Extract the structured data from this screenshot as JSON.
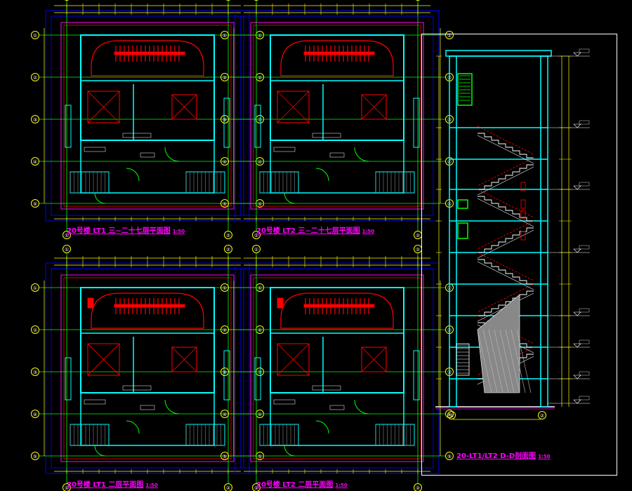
{
  "colors": {
    "background": "#000000",
    "grid": "#00ff00",
    "wall": "#00ffff",
    "stair": "#ff0000",
    "dims": "#ffff00",
    "annotation": "#ff00ff",
    "frame": "#ffffff",
    "outline": "#0000ff"
  },
  "plans": [
    {
      "title": "20号楼 LT1 三~二十七层平面图",
      "scale": "1:50"
    },
    {
      "title": "20号楼 LT2 三~二十七层平面图",
      "scale": "1:50"
    },
    {
      "title": "20号楼 LT1 二层平面图",
      "scale": "1:50"
    },
    {
      "title": "20号楼 LT2 二层平面图",
      "scale": "1:50"
    }
  ],
  "section": {
    "title": "20-LT1/LT2 D-D剖面图",
    "scale": "1:50"
  },
  "grid_bubbles": {
    "top": [
      "①",
      "②"
    ],
    "rows": [
      "①",
      "②",
      "③",
      "④",
      "⑤"
    ]
  }
}
